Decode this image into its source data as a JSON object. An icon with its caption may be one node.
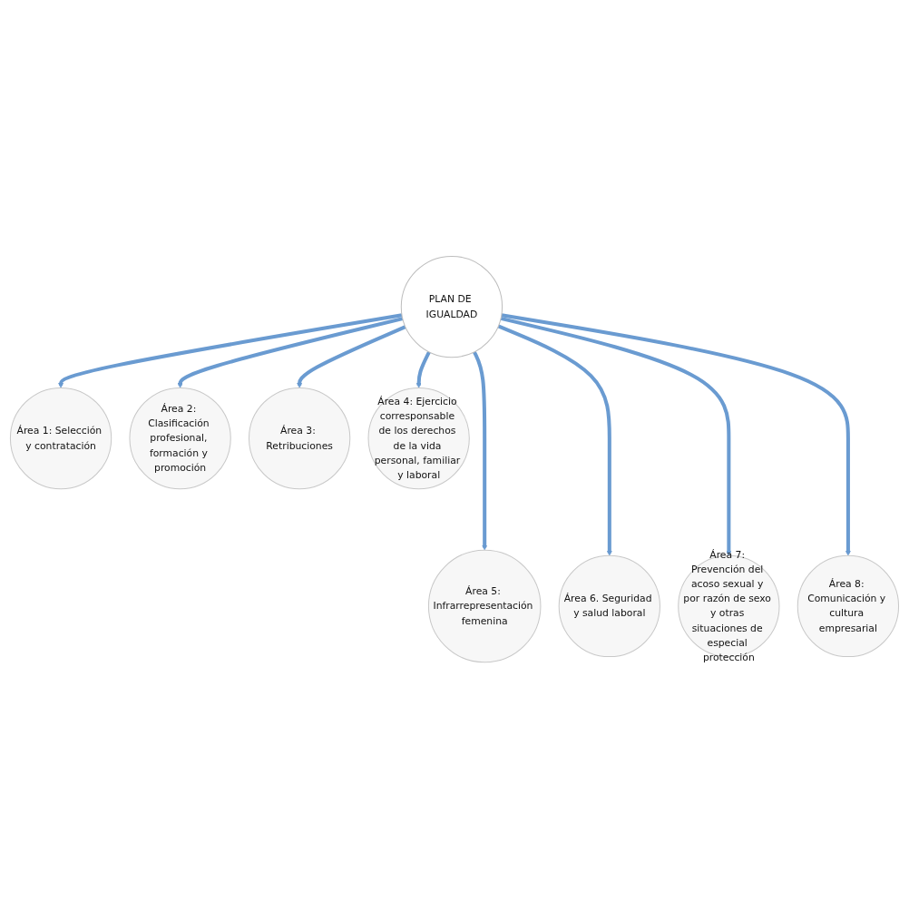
{
  "diagram": {
    "nodes": [
      {
        "text": [
          "PLAN DE IGUALDAD"
        ]
      },
      {
        "text": [
          "Área 1: Selección y contratación"
        ]
      },
      {
        "text": [
          "Área 2: Clasificación profesional, formación y promoción"
        ]
      },
      {
        "text": [
          "Área 3: Retribuciones"
        ]
      },
      {
        "text": [
          "Área 4: Ejercicio corresponsable de los derechos de la vida personal, familiar y laboral"
        ]
      },
      {
        "text": [
          "Área 5: Infrarrepresentación femenina"
        ]
      },
      {
        "text": [
          "Área 6. Seguridad y salud laboral"
        ]
      },
      {
        "text": [
          "Área 7: Prevención del acoso sexual y por razón de sexo y otras situaciones de especial protección"
        ]
      },
      {
        "text": [
          "Área 8: Comunicación y cultura empresarial"
        ]
      }
    ],
    "edges": [
      {
        "from": 0,
        "to": 1,
        "arrow": "to"
      },
      {
        "from": 0,
        "to": 2,
        "arrow": "to"
      },
      {
        "from": 0,
        "to": 3,
        "arrow": "to"
      },
      {
        "from": 0,
        "to": 4,
        "arrow": "to"
      },
      {
        "from": 0,
        "to": 5,
        "arrow": "to"
      },
      {
        "from": 0,
        "to": 6,
        "arrow": "to"
      },
      {
        "from": 0,
        "to": 7,
        "arrow": "to"
      },
      {
        "from": 0,
        "to": 8,
        "arrow": "to"
      }
    ]
  }
}
